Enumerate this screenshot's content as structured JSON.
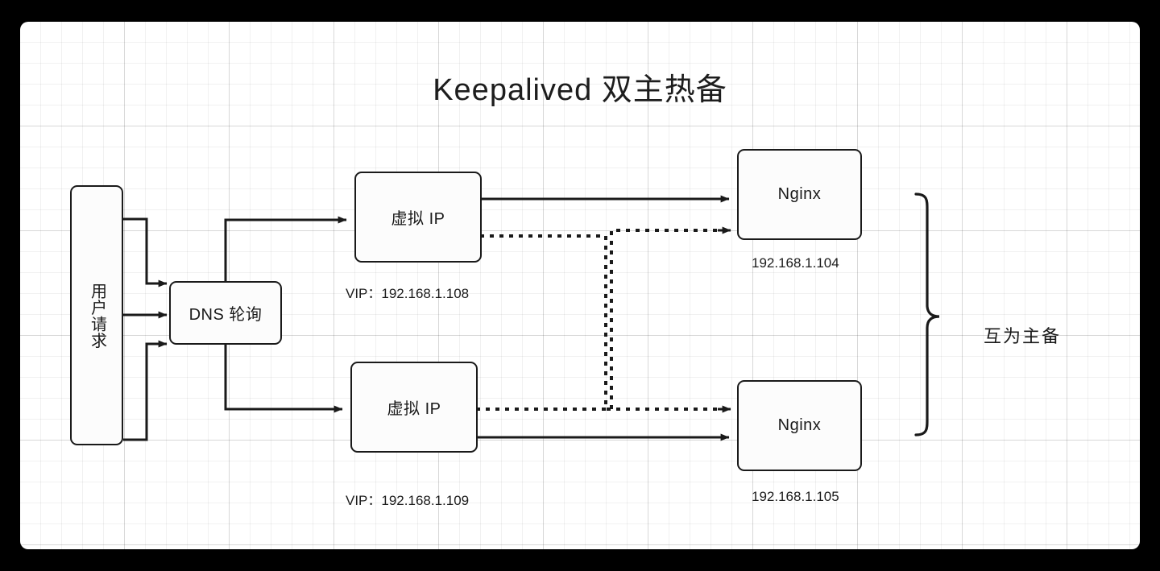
{
  "canvas": {
    "background": "#ffffff",
    "frame_color": "#000000",
    "grid": "graph-paper"
  },
  "title": "Keepalived 双主热备",
  "nodes": {
    "user_request": {
      "label": "用户请求",
      "orientation": "vertical"
    },
    "dns": {
      "label": "DNS 轮询"
    },
    "vip_top": {
      "label": "虚拟 IP",
      "caption": "VIP：192.168.1.108"
    },
    "vip_bottom": {
      "label": "虚拟 IP",
      "caption": "VIP：192.168.1.109"
    },
    "nginx_top": {
      "label": "Nginx",
      "caption": "192.168.1.104"
    },
    "nginx_bottom": {
      "label": "Nginx",
      "caption": "192.168.1.105"
    }
  },
  "annotations": {
    "mutual_backup": "互为主备"
  },
  "edges": [
    {
      "from": "user_request",
      "to": "dns",
      "style": "solid",
      "arrow": true
    },
    {
      "from": "user_request",
      "to": "dns",
      "style": "solid",
      "arrow": true
    },
    {
      "from": "user_request",
      "to": "dns",
      "style": "solid",
      "arrow": true
    },
    {
      "from": "dns",
      "to": "vip_top",
      "style": "solid",
      "arrow": true
    },
    {
      "from": "dns",
      "to": "vip_bottom",
      "style": "solid",
      "arrow": true
    },
    {
      "from": "vip_top",
      "to": "nginx_top",
      "style": "solid",
      "arrow": true
    },
    {
      "from": "vip_top",
      "to": "nginx_bottom",
      "style": "dotted",
      "arrow": true
    },
    {
      "from": "vip_bottom",
      "to": "nginx_bottom",
      "style": "solid",
      "arrow": true
    },
    {
      "from": "vip_bottom",
      "to": "nginx_top",
      "style": "dotted",
      "arrow": true
    }
  ],
  "colors": {
    "stroke": "#1a1a1a",
    "node_fill": "#fcfcfc",
    "text": "#1d1d1d"
  }
}
